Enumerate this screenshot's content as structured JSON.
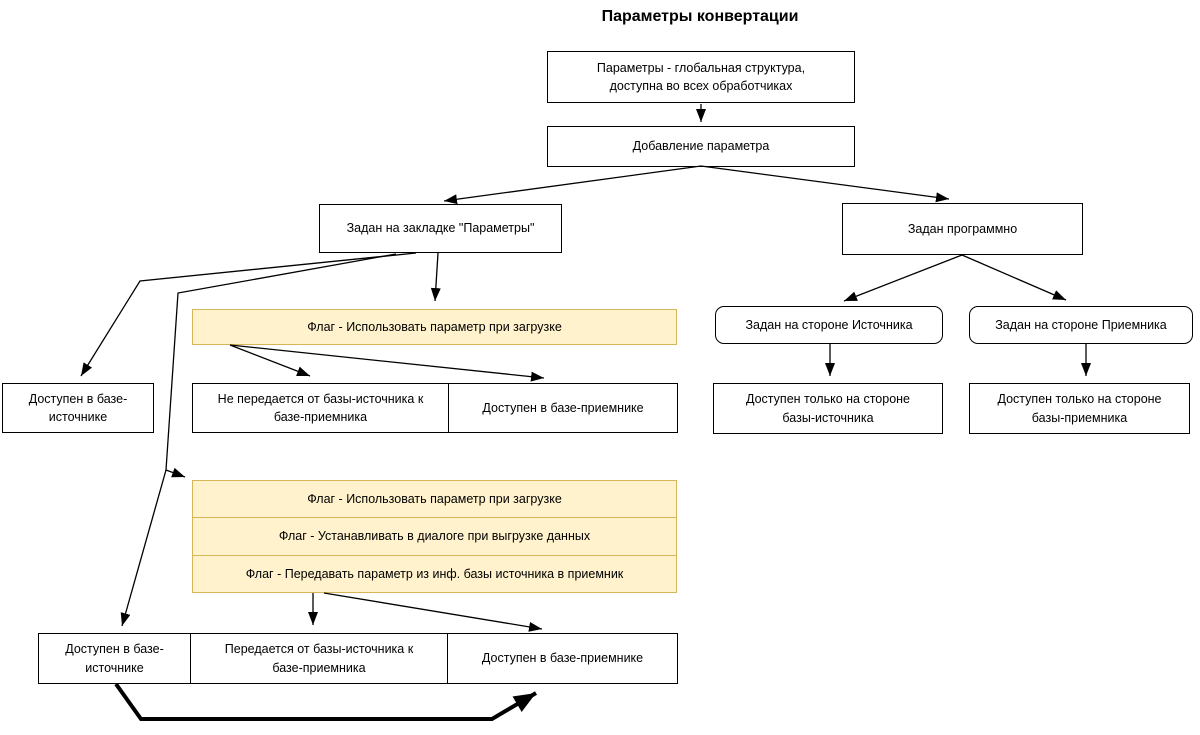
{
  "diagram": {
    "title": "Параметры конвертации",
    "colors": {
      "line": "#000000",
      "box_fill": "#ffffff",
      "highlight_fill": "#FFF2CC",
      "highlight_border": "#D6B656",
      "text": "#000000"
    },
    "nodes": {
      "global_struct": {
        "label": "Параметры - глобальная структура,\nдоступна во всех обработчиках"
      },
      "add_param": {
        "label": "Добавление параметра"
      },
      "tab_defined": {
        "label": "Задан на закладке \"Параметры\""
      },
      "prog_defined": {
        "label": "Задан программно"
      },
      "flag_use_on_load": {
        "label": "Флаг - Использовать параметр при загрузке"
      },
      "available_source_mid": {
        "label": "Доступен в базе-\nисточнике"
      },
      "not_transferred": {
        "label": "Не передается от базы-источника к\nбазе-приемника"
      },
      "available_receiver_mid": {
        "label": "Доступен в базе-приемнике"
      },
      "source_side": {
        "label": "Задан на стороне Источника"
      },
      "receiver_side": {
        "label": "Задан на стороне Приемника"
      },
      "only_source": {
        "label": "Доступен только на стороне\nбазы-источника"
      },
      "only_receiver": {
        "label": "Доступен только на стороне\nбазы-приемника"
      },
      "flag_stack": {
        "rows": [
          "Флаг - Использовать параметр при загрузке",
          "Флаг - Устанавливать в диалоге при выгрузке данных",
          "Флаг - Передавать параметр из инф. базы источника в приемник"
        ]
      },
      "available_source_bottom": {
        "label": "Доступен в базе-\nисточнике"
      },
      "transferred": {
        "label": "Передается от базы-источника к\nбазе-приемника"
      },
      "available_receiver_bottom": {
        "label": "Доступен в базе-приемнике"
      }
    }
  }
}
